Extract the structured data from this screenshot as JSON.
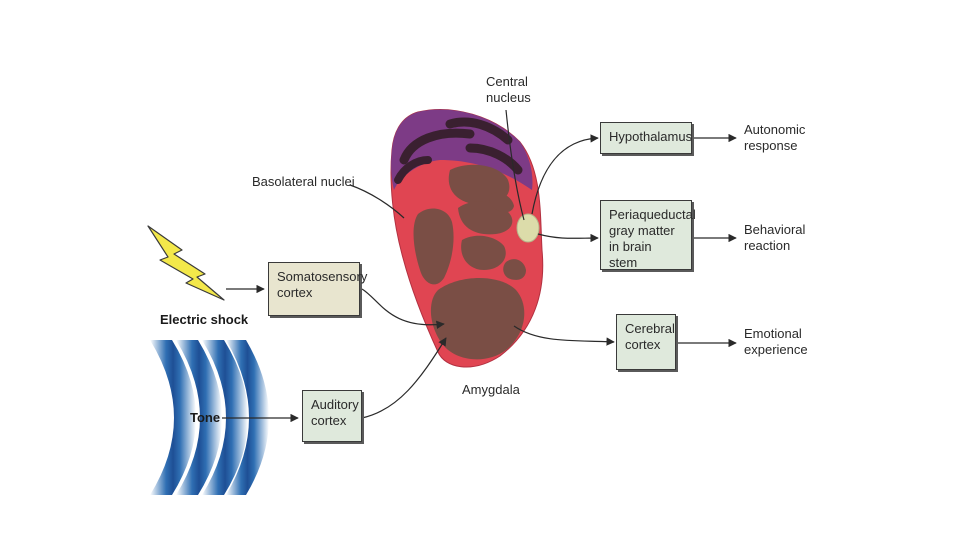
{
  "labels": {
    "central_nucleus": "Central\nnucleus",
    "basolateral_nuclei": "Basolateral nuclei",
    "amygdala": "Amygdala",
    "electric_shock": "Electric shock",
    "tone": "Tone",
    "autonomic_response": "Autonomic\nresponse",
    "behavioral_reaction": "Behavioral\nreaction",
    "emotional_experience": "Emotional\nexperience"
  },
  "boxes": {
    "hypothalamus": "Hypothalamus",
    "periaqueductal": "Periaqueductal\ngray matter\nin brain stem",
    "cerebral_cortex": "Cerebral\ncortex",
    "somatosensory_cortex": "Somatosensory\ncortex",
    "auditory_cortex": "Auditory\ncortex"
  },
  "colors": {
    "amygdala_outer": "#e04552",
    "nuclei_fill": "#7a4e45",
    "purple_region": "#7d3b86",
    "central_nucleus": "#dcdcaa",
    "tone_wave": "#2f6fb3",
    "lightning": "#f3e84a"
  },
  "icons": [
    "lightning-bolt-icon",
    "sound-wave-icon"
  ]
}
